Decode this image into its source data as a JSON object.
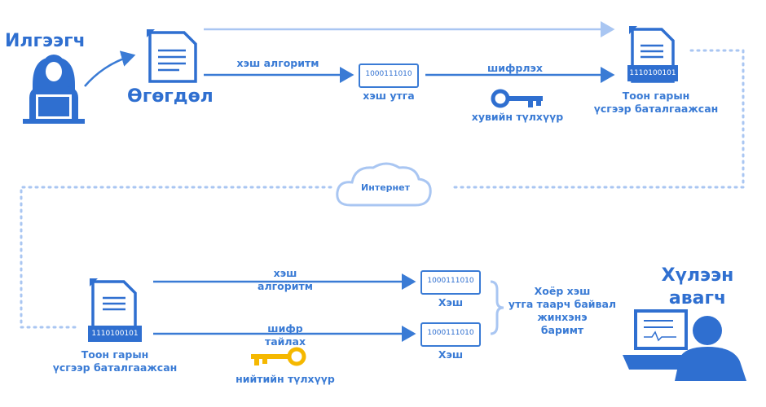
{
  "sender": {
    "label": "Илгээгч"
  },
  "data_label": "Өгөгдөл",
  "top_flow": {
    "hash_algo": "хэш алгоритм",
    "hash_value_binary": "1000111010",
    "hash_value_label": "хэш утга",
    "encrypt_label": "шифрлэх",
    "private_key_label": "хувийн түлхүүр",
    "signed_binary": "1110100101",
    "signed_label_line1": "Тоон гарын",
    "signed_label_line2": "үсгээр баталгаажсан"
  },
  "internet_label": "Интернет",
  "bottom_flow": {
    "signed_binary": "1110100101",
    "signed_label_line1": "Тоон гарын",
    "signed_label_line2": "үсгээр баталгаажсан",
    "hash_algo_line1": "хэш",
    "hash_algo_line2": "алгоритм",
    "decrypt_line1": "шифр",
    "decrypt_line2": "тайлах",
    "public_key_label": "нийтийн түлхүүр",
    "hash1_binary": "1000111010",
    "hash1_label": "Хэш",
    "hash2_binary": "1000111010",
    "hash2_label": "Хэш",
    "compare_line1": "Хоёр хэш",
    "compare_line2": "утга таарч байвал",
    "compare_line3": "жинхэнэ",
    "compare_line4": "баримт"
  },
  "receiver": {
    "label_line1": "Хүлээн",
    "label_line2": "авагч"
  },
  "colors": {
    "primary": "#2f6fd0",
    "light": "#a9c6f2",
    "key_public": "#f5b800"
  }
}
